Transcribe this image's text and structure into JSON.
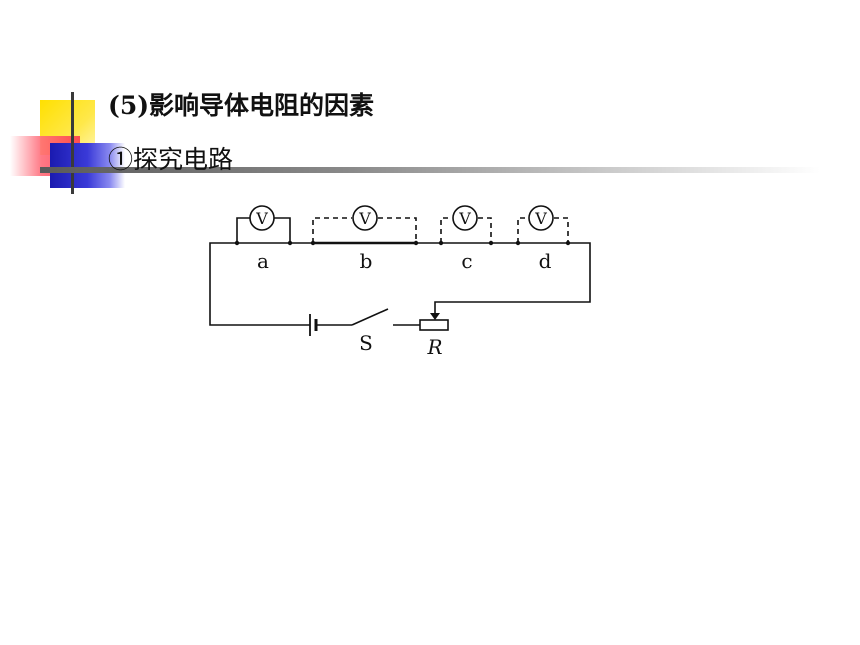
{
  "slide": {
    "heading_1": "(5)影响导体电阻的因素",
    "heading_2": "①探究电路"
  },
  "circuit": {
    "voltmeter_symbol": "V",
    "segments": [
      {
        "label": "a"
      },
      {
        "label": "b"
      },
      {
        "label": "c"
      },
      {
        "label": "d"
      }
    ],
    "switch_label": "S",
    "rheostat_label": "R"
  },
  "colors": {
    "line": "#111111",
    "deco_yellow": "#ffe000",
    "deco_red": "#ff3a4d",
    "deco_blue": "#1a1ab0"
  }
}
